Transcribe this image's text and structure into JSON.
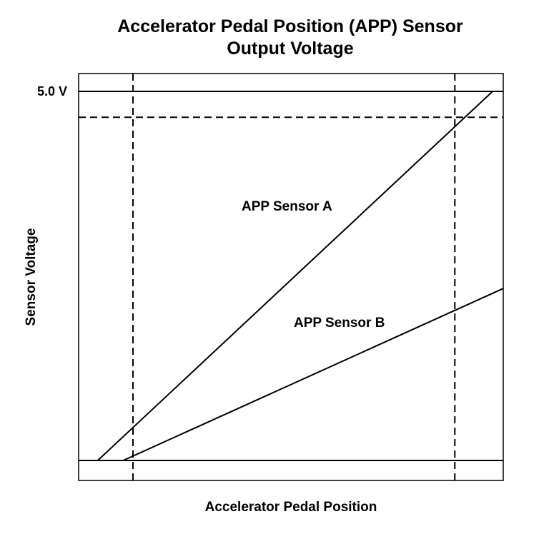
{
  "chart_data": {
    "type": "line",
    "title_line1": "Accelerator Pedal Position (APP) Sensor",
    "title_line2": "Output Voltage",
    "xlabel": "Accelerator Pedal Position",
    "ylabel": "Sensor Voltage",
    "xlim": [
      0,
      100
    ],
    "ylim": [
      0,
      5.0
    ],
    "y_tick_labels": [
      "5.0 V"
    ],
    "grid": false,
    "reference_lines": {
      "horizontal_solid": [
        0.0,
        5.0
      ],
      "horizontal_dashed": [
        4.65
      ],
      "vertical_dashed": [
        12.8,
        88.6
      ]
    },
    "series": [
      {
        "name": "APP Sensor A",
        "x": [
          4.5,
          97.5
        ],
        "y": [
          0.0,
          5.0
        ]
      },
      {
        "name": "APP Sensor B",
        "x": [
          10.5,
          100.0
        ],
        "y": [
          0.0,
          2.33
        ]
      }
    ]
  }
}
